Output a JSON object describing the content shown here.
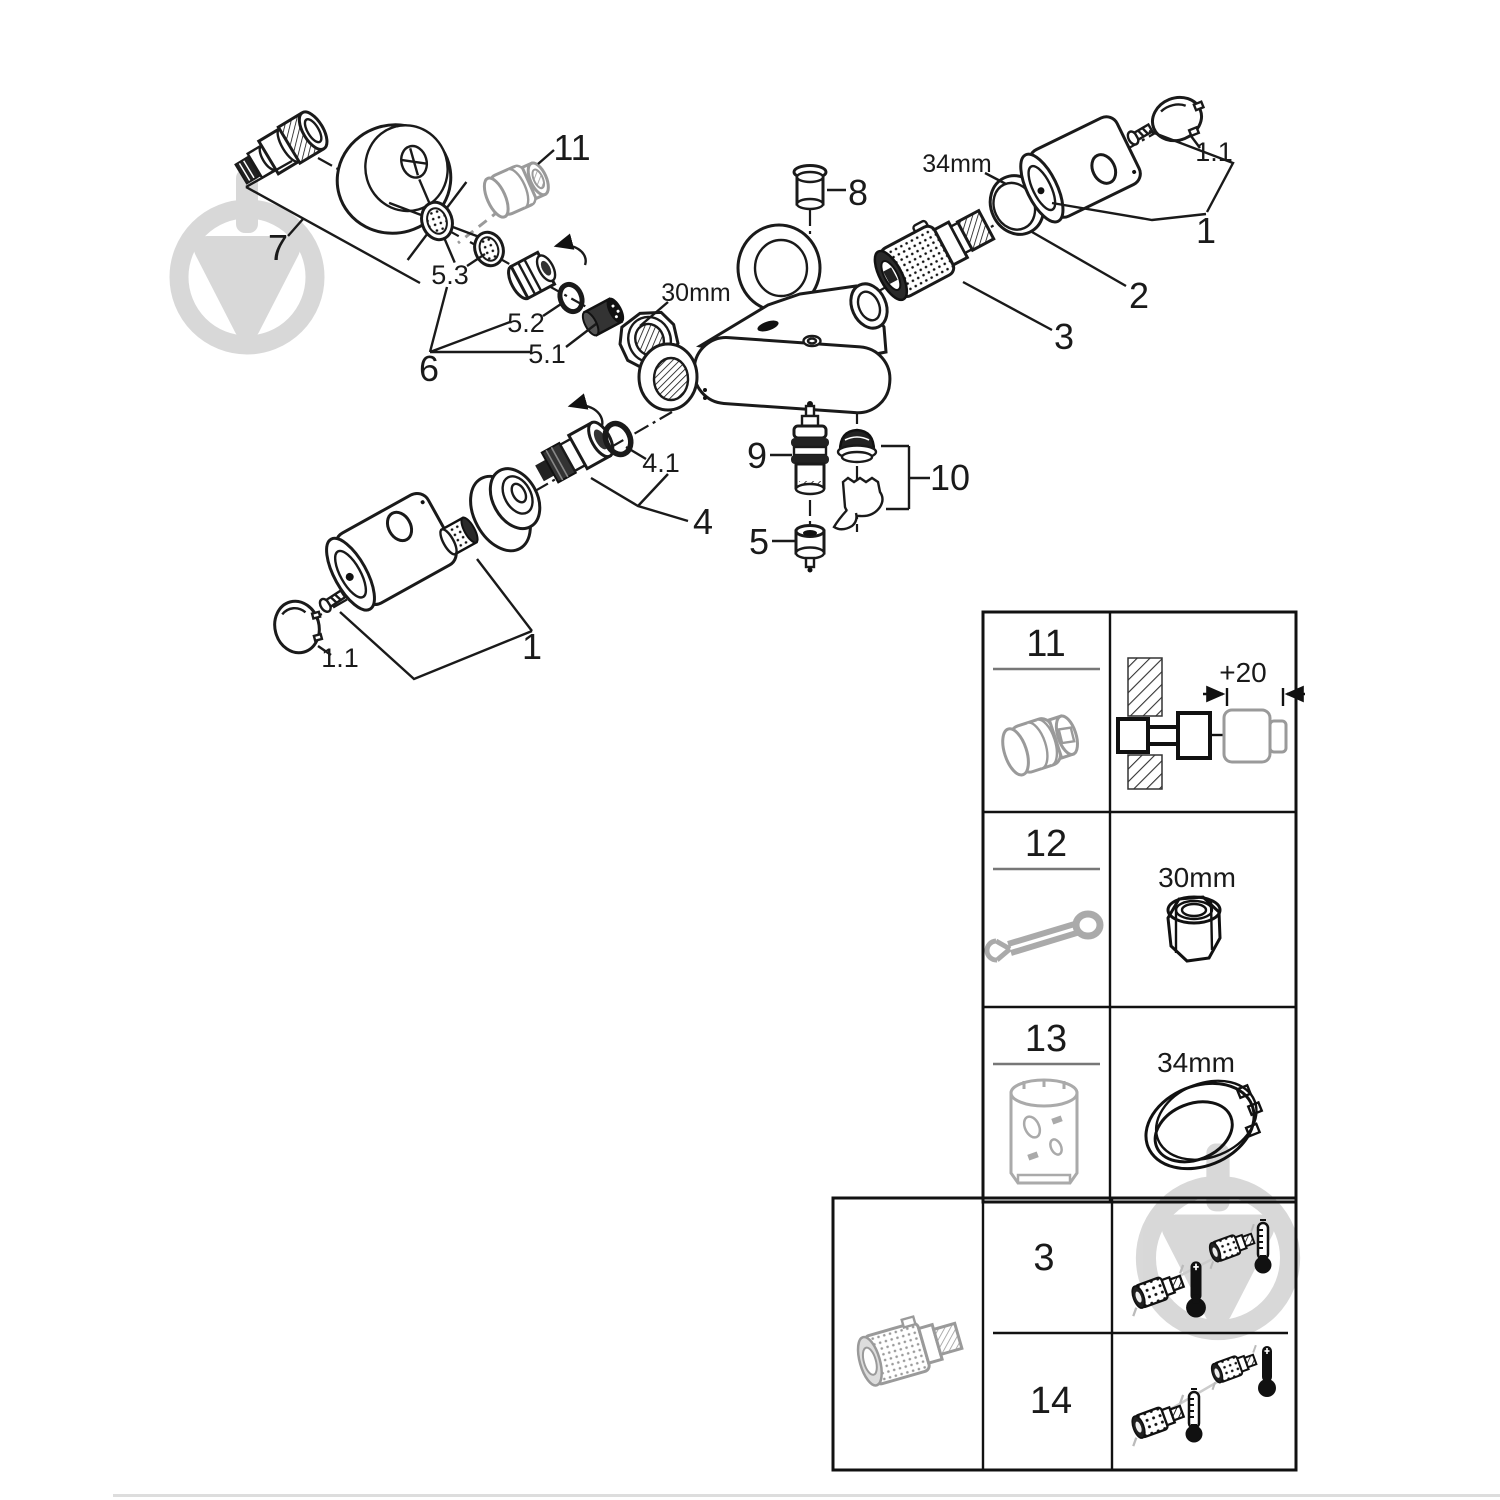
{
  "colors": {
    "background": "#ffffff",
    "line": "#1a1a1a",
    "grey_part": "#9a9a9a",
    "watermark": "rgba(0,0,0,0.15)",
    "bottom_rule": "#dddddd"
  },
  "icons": {
    "watermark": "watermark-logo",
    "wrench": "wrench-icon",
    "thermometer": "thermometer-icon",
    "cartridge": "thermo-cartridge-icon"
  },
  "diagram": {
    "p7": "7",
    "p11": "11",
    "p53": "5.3",
    "p52": "5.2",
    "p51": "5.1",
    "p6": "6",
    "dim30": "30mm",
    "p8": "8",
    "dim34": "34mm",
    "p1_1_top": "1.1",
    "p1_top": "1",
    "p2": "2",
    "p3": "3",
    "p9": "9",
    "p10": "10",
    "p5": "5",
    "p41": "4.1",
    "p4": "4",
    "p1_bot": "1",
    "p1_1_bot": "1.1"
  },
  "table": {
    "r11_id": "11",
    "r11_dim": "+20",
    "r12_id": "12",
    "r12_dim": "30mm",
    "r13_id": "13",
    "r13_dim": "34mm",
    "v3": "3",
    "v14": "14"
  }
}
